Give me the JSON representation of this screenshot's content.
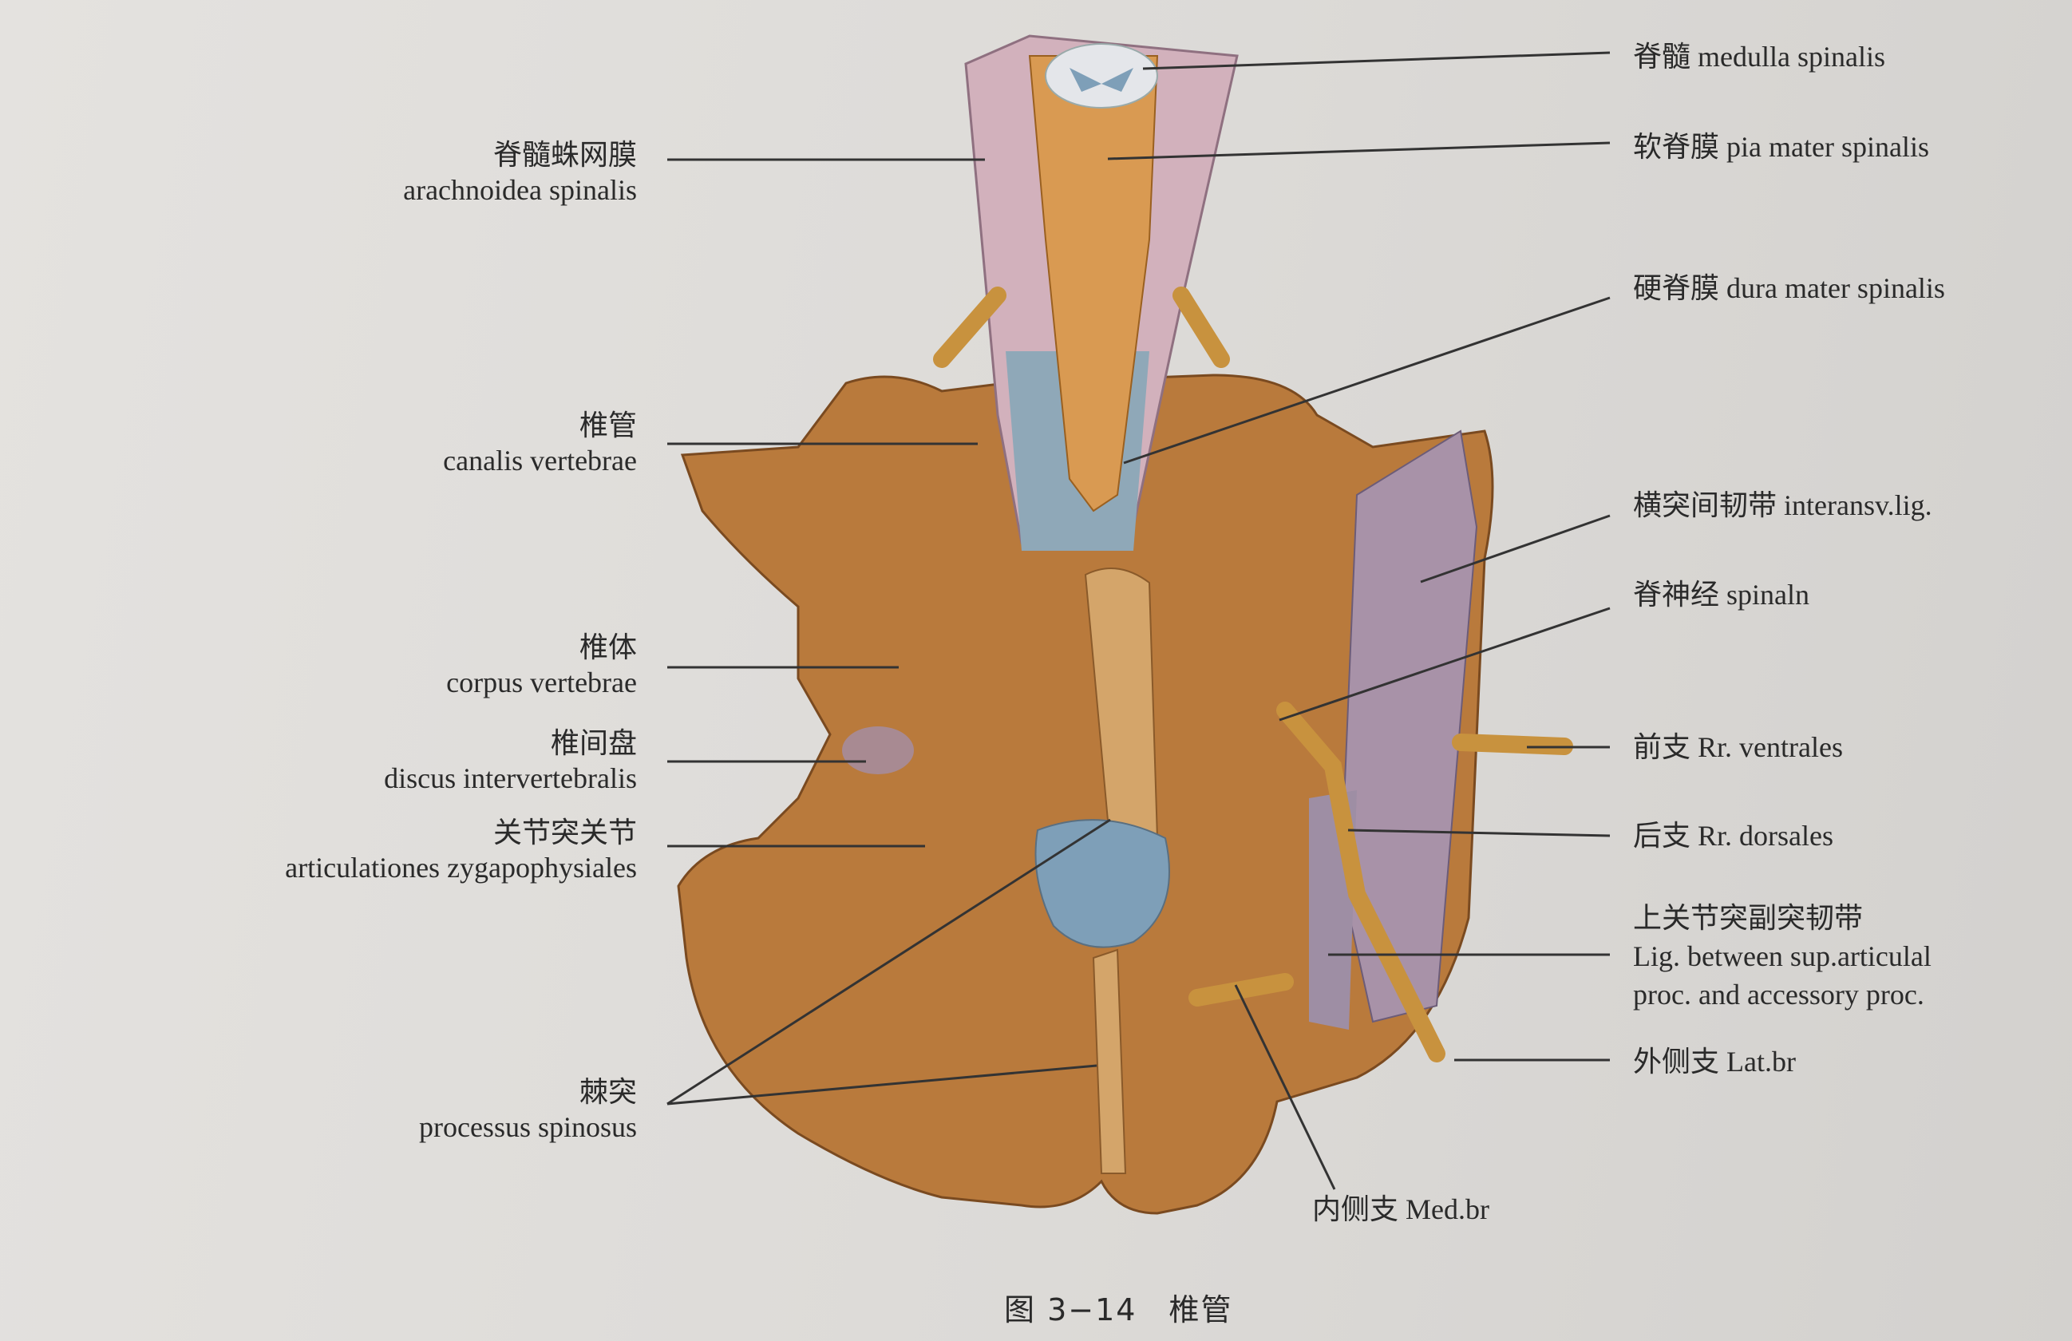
{
  "figure": {
    "number": "图 3−14",
    "title": "椎管"
  },
  "labels_left": [
    {
      "zh": "脊髓蛛网膜",
      "en": "arachnoidea spinalis"
    },
    {
      "zh": "椎管",
      "en": "canalis vertebrae"
    },
    {
      "zh": "椎体",
      "en": "corpus vertebrae"
    },
    {
      "zh": "椎间盘",
      "en": "discus intervertebralis"
    },
    {
      "zh": "关节突关节",
      "en": "articulationes zygapophysiales"
    },
    {
      "zh": "棘突",
      "en": "processus spinosus"
    }
  ],
  "labels_right": [
    {
      "zh": "脊髓",
      "en": "medulla spinalis"
    },
    {
      "zh": "软脊膜",
      "en": "pia mater spinalis"
    },
    {
      "zh": "硬脊膜",
      "en": "dura mater spinalis"
    },
    {
      "zh": "横突间韧带",
      "en": "interansv.lig."
    },
    {
      "zh": "脊神经",
      "en": "spinaln"
    },
    {
      "zh": "前支",
      "en": "Rr. ventrales"
    },
    {
      "zh": "后支",
      "en": "Rr. dorsales"
    },
    {
      "zh": "上关节突副突韧带",
      "en": "Lig. between sup.articulal",
      "en2": "proc. and accessory proc."
    },
    {
      "zh": "外侧支",
      "en": "Lat.br"
    }
  ],
  "label_bottom": {
    "zh": "内侧支",
    "en": "Med.br"
  },
  "colors": {
    "bone": "#b97a3c",
    "dura": "#c9a9b4",
    "cord": "#d99a52",
    "csf": "#7e9fb8",
    "nerve": "#c8923e"
  }
}
